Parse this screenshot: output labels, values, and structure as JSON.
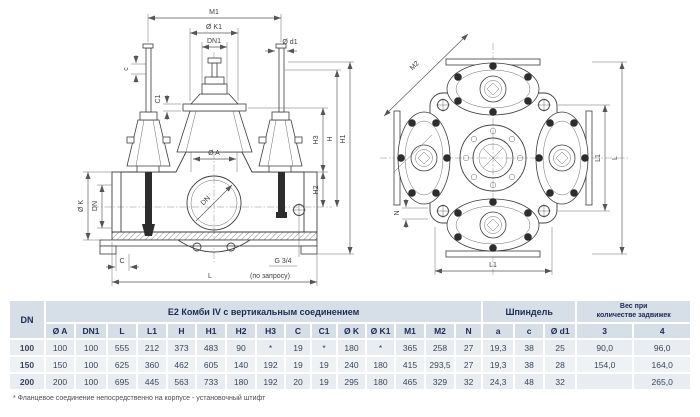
{
  "drawing": {
    "left": {
      "m1": "M1",
      "k1": "Ø K1",
      "dn1": "DN1",
      "d1": "Ø d1",
      "c_top": "c",
      "c1": "C1",
      "k": "Ø K",
      "dn": "DN",
      "a": "Ø A",
      "bore": "DN",
      "c": "C",
      "l": "L",
      "g": "G 3/4",
      "request": "(по запросу)",
      "h3": "H3",
      "h": "H",
      "h1": "H1",
      "h2": "H2"
    },
    "right": {
      "m2": "M2",
      "n": "N",
      "l1b": "L1",
      "l1s": "L1",
      "ls": "L"
    }
  },
  "table": {
    "dn": "DN",
    "group_main": "E2 Комби IV с вертикальным соединением",
    "group_spindle": "Шпиндель",
    "group_weight1": "Вес при",
    "group_weight2": "количестве задвижек",
    "cols": [
      "Ø A",
      "DN1",
      "L",
      "L1",
      "H",
      "H1",
      "H2",
      "H3",
      "C",
      "C1",
      "Ø K",
      "Ø K1",
      "M1",
      "M2",
      "N",
      "a",
      "c",
      "Ø d1",
      "3",
      "4"
    ],
    "rows": [
      {
        "dn": "100",
        "v": [
          "100",
          "100",
          "555",
          "212",
          "373",
          "483",
          "90",
          "*",
          "19",
          "*",
          "180",
          "*",
          "365",
          "258",
          "27",
          "19,3",
          "38",
          "25",
          "90,0",
          "96,0"
        ]
      },
      {
        "dn": "150",
        "v": [
          "150",
          "100",
          "625",
          "360",
          "462",
          "605",
          "140",
          "192",
          "19",
          "19",
          "240",
          "180",
          "415",
          "293,5",
          "27",
          "19,3",
          "38",
          "28",
          "154,0",
          "164,0"
        ]
      },
      {
        "dn": "200",
        "v": [
          "200",
          "100",
          "695",
          "445",
          "563",
          "733",
          "180",
          "192",
          "20",
          "19",
          "295",
          "180",
          "465",
          "329",
          "32",
          "24,3",
          "48",
          "32",
          "",
          "265,0"
        ]
      }
    ],
    "footnote": "* Фланцевое соединение непосредственно на корпусе - установочный штифт"
  }
}
